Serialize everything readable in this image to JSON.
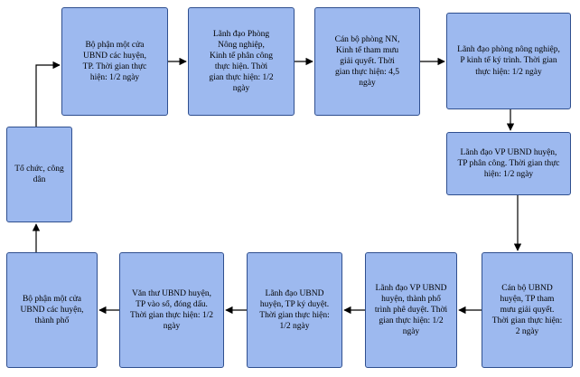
{
  "steps": {
    "s1": "Bộ phận một cửa\nUBND các huyện,\nTP. Thời gian thực\nhiện: 1/2 ngày",
    "s2": "Lãnh đạo Phòng\nNông nghiệp,\nKinh tế phân công\nthực hiện. Thời\ngian thực hiện: 1/2\nngày",
    "s3": "Cán bộ phòng NN,\nKinh tế tham mưu\ngiải quyết. Thời\ngian thực hiện: 4,5\nngày",
    "s4": "Lãnh đạo phòng nông nghiệp,\nP kinh tế ký trình. Thời gian\nthực hiện: 1/2 ngày",
    "s5": "Lãnh đạo VP UBND huyện,\nTP phân công. Thời gian thực\nhiện: 1/2 ngày",
    "s6": "Cán bộ UBND\nhuyện, TP tham\nmưu giải quyết.\nThời gian thực hiện:\n2 ngày",
    "s7": "Lãnh đạo VP UBND\nhuyện, thành phố\ntrình phê duyệt. Thời\ngian thực hiện: 1/2\nngày",
    "s8": "Lãnh đạo UBND\nhuyện, TP ký duyệt.\nThời gian thực hiện:\n1/2 ngày",
    "s9": "Văn thư UBND huyện,\nTP vào sổ, đóng dấu.\nThời gian thực hiện: 1/2\nngày",
    "s10": "Bộ phận một cửa\nUBND các huyện,\nthành phố",
    "s0": "Tổ chức, công\ndân"
  }
}
